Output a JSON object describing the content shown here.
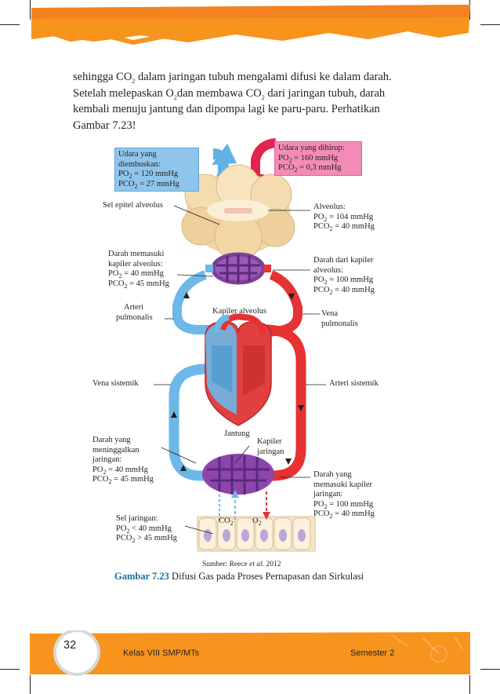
{
  "paragraph": {
    "line1_a": "sehingga CO",
    "line1_sub": "2",
    "line1_b": " dalam jaringan tubuh mengalami difusi ke dalam darah.",
    "line2_a": "Setelah melepaskan O",
    "line2_sub1": "2",
    "line2_b": "dan membawa CO",
    "line2_sub2": "2",
    "line2_c": " dari jaringan tubuh, darah",
    "line3": "kembali menuju jantung dan dipompa lagi ke paru-paru. Perhatikan",
    "line4": "Gambar 7.23!"
  },
  "figure": {
    "exhaled_box": {
      "title": "Udara yang diembuskan:",
      "po2": "= 120 mmHg",
      "pco2": "= 27 mmHg"
    },
    "inhaled_box": {
      "title": "Udara yang dihirup:",
      "po2": "= 160 mmHg",
      "pco2": "= 0,3 mmHg"
    },
    "po": "PO",
    "pco": "PCO",
    "two": "2",
    "sel_epitel": "Sel epitel alveolus",
    "alveolus": {
      "title": "Alveolus:",
      "po2": "= 104 mmHg",
      "pco2": "= 40 mmHg"
    },
    "darah_memasuki_kapiler_alveolus": {
      "l1": "Darah memasuki",
      "l2": "kapiler alveolus:",
      "po2": "= 40 mmHg",
      "pco2": "= 45 mmHg"
    },
    "darah_dari_kapiler_alveolus": {
      "l1": "Darah dari kapiler",
      "l2": "alveolus:",
      "po2": "= 100 mmHg",
      "pco2": "= 40 mmHg"
    },
    "arteri_pulmonalis": {
      "l1": "Arteri",
      "l2": "pulmonalis"
    },
    "kapiler_alveolus": "Kapiler alveolus",
    "vena_pulmonalis": {
      "l1": "Vena",
      "l2": "pulmonalis"
    },
    "vena_sistemik": "Vena sistemik",
    "arteri_sistemik": "Arteri sistemik",
    "jantung": "Jantung",
    "kapiler_jaringan": {
      "l1": "Kapiler",
      "l2": "jaringan"
    },
    "darah_meninggalkan_jaringan": {
      "l1": "Darah yang",
      "l2": "meninggalkan",
      "l3": "jaringan:",
      "po2": "= 40 mmHg",
      "pco2": "= 45 mmHg"
    },
    "darah_memasuki_kapiler_jaringan": {
      "l1": "Darah yang",
      "l2": "memasuki kapiler",
      "l3": "jaringan:",
      "po2": "= 100 mmHg",
      "pco2": "= 40 mmHg"
    },
    "sel_jaringan": {
      "title": "Sel jaringan:",
      "po2": "< 40 mmHg",
      "pco2": "> 45 mmHg"
    },
    "co2_label": "CO",
    "o2_label": "O"
  },
  "source": {
    "prefix": "Sumber: Reece ",
    "etal": "et al.",
    "year": " 2012"
  },
  "caption": {
    "number": "Gambar 7.23",
    "text": " Difusi Gas pada Proses Pernapasan dan Sirkulasi"
  },
  "footer": {
    "page_number": "32",
    "left": "Kelas VIII SMP/MTs",
    "right": "Semester 2"
  },
  "colors": {
    "orange": "#f7941d",
    "blue_vessel": "#6db8e8",
    "red_vessel": "#e63232",
    "purple_capillary": "#7b3f98",
    "alveolus_tan": "#f3ddb3",
    "caption_blue": "#1b6f9c"
  }
}
